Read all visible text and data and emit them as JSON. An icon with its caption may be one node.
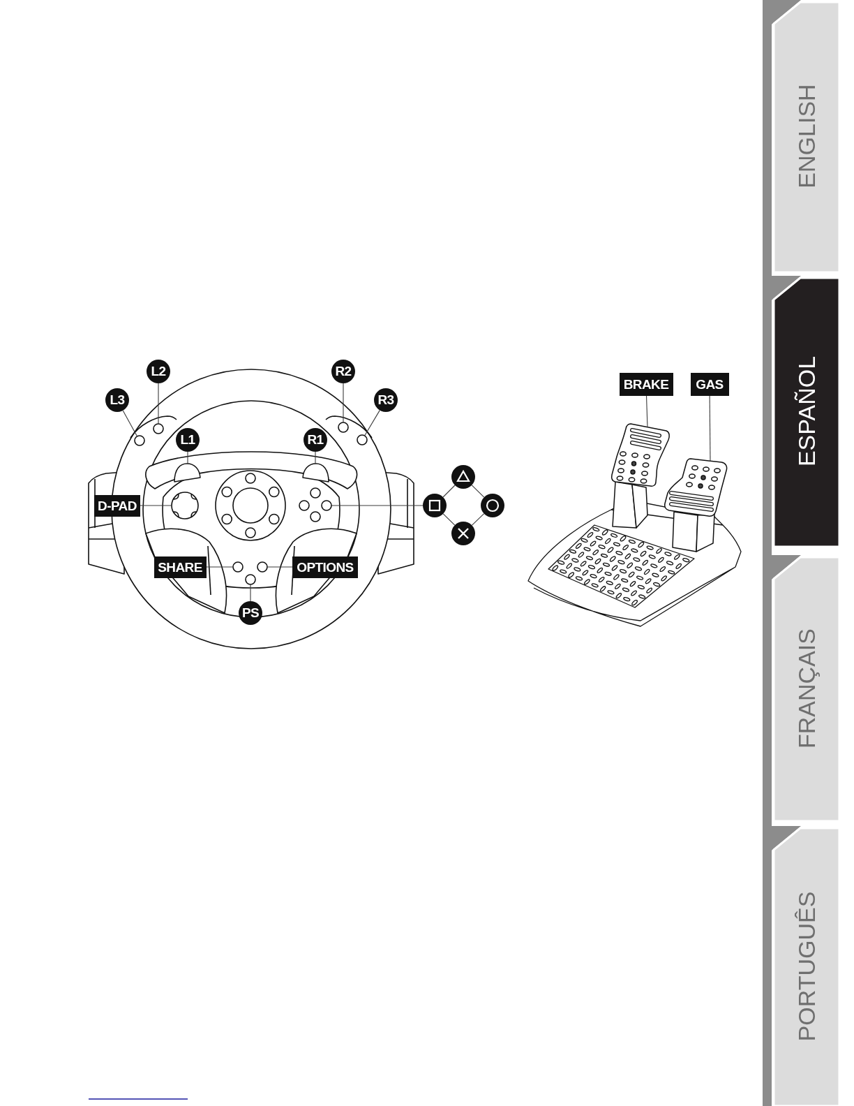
{
  "diagram": {
    "nodes": [
      {
        "text": [
          "L2"
        ]
      },
      {
        "text": [
          "R2"
        ]
      },
      {
        "text": [
          "BRAKE"
        ]
      },
      {
        "text": [
          "GAS"
        ]
      },
      {
        "text": [
          "L3"
        ]
      },
      {
        "text": [
          "R3"
        ]
      },
      {
        "text": [],
        "shape": "circle"
      },
      {
        "text": [],
        "shape": "circle"
      },
      {
        "text": [
          "L1"
        ]
      },
      {
        "text": [
          "R1"
        ]
      },
      {
        "text": [],
        "shape": "circle"
      },
      {
        "text": [],
        "shape": "circle"
      },
      {
        "text": [],
        "shape": "picture"
      },
      {
        "text": [],
        "shape": "picture"
      },
      {
        "text": [],
        "shape": "picture"
      },
      {
        "text": [],
        "shape": "circle"
      },
      {
        "text": [
          "D-PAD"
        ]
      },
      {
        "text": [],
        "shape": "circle"
      },
      {
        "text": [],
        "shape": "circle"
      },
      {
        "text": [],
        "shape": "circle"
      },
      {
        "text": [],
        "shape": "circle"
      },
      {
        "text": [],
        "shape": "picture"
      },
      {
        "text": [],
        "shape": "circle"
      },
      {
        "text": [
          "SHARE"
        ]
      },
      {
        "text": [],
        "shape": "circle"
      },
      {
        "text": [],
        "shape": "circle"
      },
      {
        "text": [
          "OPTIONS"
        ]
      },
      {
        "text": [],
        "shape": "circle"
      },
      {
        "text": [
          "PS"
        ]
      },
      {
        "text": [
          "ENGLISH"
        ]
      },
      {
        "text": [
          "ESPAÑOL"
        ]
      },
      {
        "text": [
          "FRANÇAIS"
        ]
      },
      {
        "text": [
          "PORTUGUÊS"
        ]
      }
    ],
    "edges": [
      {
        "from": 0,
        "to": 6,
        "arrow": "none"
      },
      {
        "from": 1,
        "to": 7,
        "arrow": "none"
      },
      {
        "from": 2,
        "to": 12,
        "arrow": "none"
      },
      {
        "from": 3,
        "to": 21,
        "arrow": "none"
      },
      {
        "from": 4,
        "to": 10,
        "arrow": "none"
      },
      {
        "from": 5,
        "to": 11,
        "arrow": "none"
      },
      {
        "from": 8,
        "to": 13,
        "arrow": "none"
      },
      {
        "from": 9,
        "to": 14,
        "arrow": "none"
      },
      {
        "from": 16,
        "to": 17,
        "arrow": "none"
      },
      {
        "from": 19,
        "to": 18,
        "arrow": "none"
      },
      {
        "from": 15,
        "to": 19,
        "arrow": "none"
      },
      {
        "from": 15,
        "to": 20,
        "arrow": "none"
      },
      {
        "from": 19,
        "to": 22,
        "arrow": "none"
      },
      {
        "from": 20,
        "to": 22,
        "arrow": "none"
      },
      {
        "from": 23,
        "to": 24,
        "arrow": "none"
      },
      {
        "from": 26,
        "to": 25,
        "arrow": "none"
      },
      {
        "from": 28,
        "to": 27,
        "arrow": "none"
      }
    ]
  }
}
